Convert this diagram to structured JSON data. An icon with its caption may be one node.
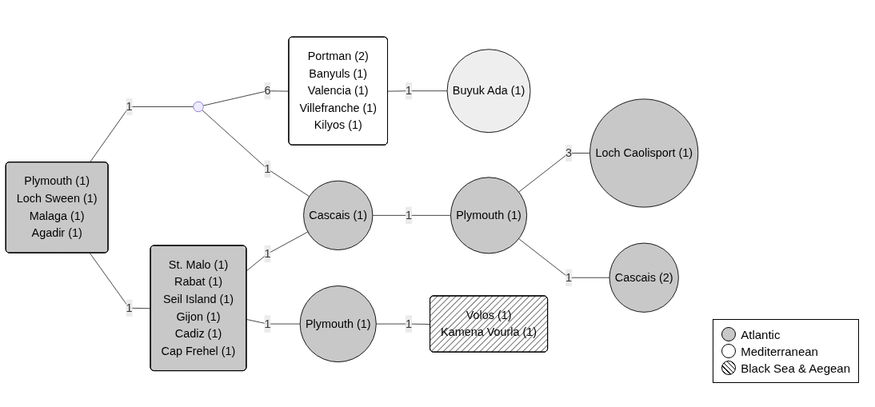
{
  "diagram": {
    "nodes": [
      {
        "text": [
          "Plymouth (1)",
          "Loch Sween (1)",
          "Malaga (1)",
          "Agadir (1)"
        ]
      },
      {
        "text": [],
        "shape": "circle"
      },
      {
        "text": [
          "Portman (2)",
          "Banyuls (1)",
          "Valencia (1)",
          "Villefranche (1)",
          "Kilyos (1)"
        ]
      },
      {
        "text": [
          "Buyuk Ada (1)"
        ]
      },
      {
        "text": [
          "St. Malo (1)",
          "Rabat (1)",
          "Seil Island (1)",
          "Gijon (1)",
          "Cadiz (1)",
          "Cap Frehel (1)"
        ]
      },
      {
        "text": [
          "Cascais (1)"
        ]
      },
      {
        "text": [
          "Plymouth (1)"
        ]
      },
      {
        "text": [
          "Loch Caolisport (1)"
        ]
      },
      {
        "text": [
          "Cascais (2)"
        ]
      },
      {
        "text": [
          "Plymouth (1)"
        ]
      },
      {
        "text": [
          "Volos (1)",
          "Kamena Vourla (1)"
        ]
      }
    ],
    "edges": [
      {
        "from": 0,
        "to": 1,
        "arrow": "none",
        "label": "1"
      },
      {
        "from": 1,
        "to": 2,
        "arrow": "none",
        "label": "6"
      },
      {
        "from": 2,
        "to": 3,
        "arrow": "none",
        "label": "1"
      },
      {
        "from": 0,
        "to": 4,
        "arrow": "none",
        "label": "1"
      },
      {
        "from": 1,
        "to": 5,
        "arrow": "none",
        "label": "1"
      },
      {
        "from": 4,
        "to": 5,
        "arrow": "none",
        "label": "1"
      },
      {
        "from": 5,
        "to": 6,
        "arrow": "none",
        "label": "1"
      },
      {
        "from": 6,
        "to": 7,
        "arrow": "none",
        "label": "3"
      },
      {
        "from": 6,
        "to": 8,
        "arrow": "none",
        "label": "1"
      },
      {
        "from": 4,
        "to": 9,
        "arrow": "none",
        "label": "1"
      },
      {
        "from": 9,
        "to": 10,
        "arrow": "none",
        "label": "1"
      }
    ],
    "legend": [
      {
        "text": "Atlantic",
        "color": "#c8c8c8"
      },
      {
        "text": "Mediterranean",
        "color": "#ffffff"
      },
      {
        "text": "Black Sea & Aegean"
      }
    ]
  }
}
